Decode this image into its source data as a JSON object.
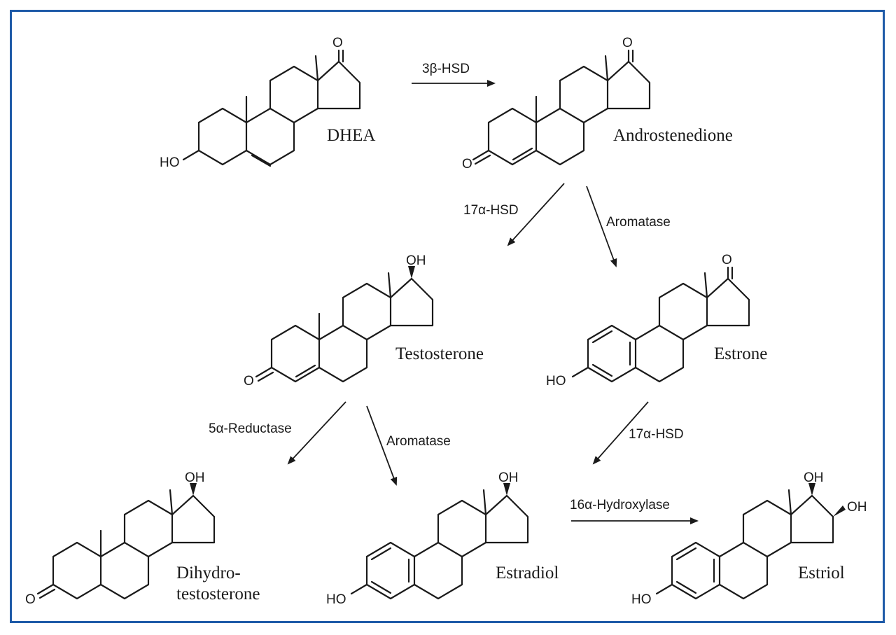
{
  "colors": {
    "frame": "#1f5ba8",
    "ink": "#1a1a1a"
  },
  "molecules": {
    "dhea": "DHEA",
    "androstenedione": "Androstenedione",
    "testosterone": "Testosterone",
    "estrone": "Estrone",
    "dht_line1": "Dihydro-",
    "dht_line2": "testosterone",
    "estradiol": "Estradiol",
    "estriol": "Estriol"
  },
  "enzymes": {
    "dhea_to_andro": "3β-HSD",
    "andro_to_testo": "17α-HSD",
    "andro_to_estrone": "Aromatase",
    "testo_to_dht": "5α-Reductase",
    "testo_to_estradiol": "Aromatase",
    "estrone_to_estradiol": "17α-HSD",
    "estradiol_to_estriol": "16α-Hydroxylase"
  },
  "atoms": {
    "oxygen": "O",
    "hydroxyl": "OH",
    "hydroxyl_left": "HO"
  }
}
